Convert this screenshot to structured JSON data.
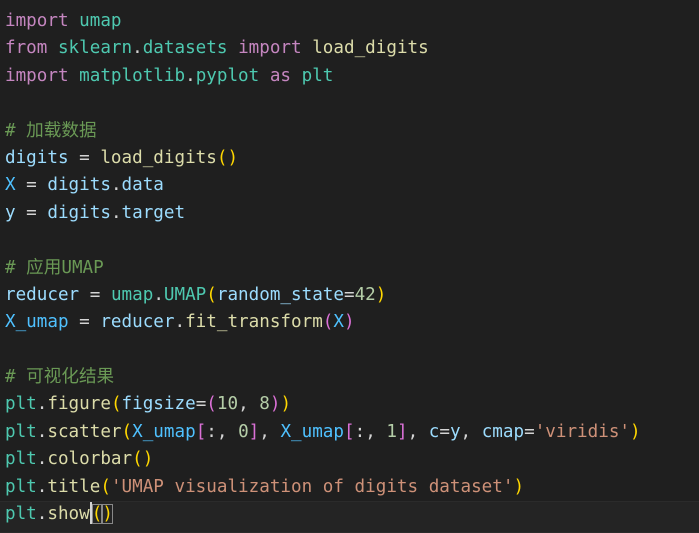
{
  "editor": {
    "lines": [
      [
        {
          "t": "import",
          "c": "kw"
        },
        {
          "t": " ",
          "c": "op"
        },
        {
          "t": "umap",
          "c": "mod"
        }
      ],
      [
        {
          "t": "from",
          "c": "kw"
        },
        {
          "t": " ",
          "c": "op"
        },
        {
          "t": "sklearn",
          "c": "mod"
        },
        {
          "t": ".",
          "c": "op"
        },
        {
          "t": "datasets",
          "c": "mod"
        },
        {
          "t": " ",
          "c": "op"
        },
        {
          "t": "import",
          "c": "kw"
        },
        {
          "t": " ",
          "c": "op"
        },
        {
          "t": "load_digits",
          "c": "fn"
        }
      ],
      [
        {
          "t": "import",
          "c": "kw"
        },
        {
          "t": " ",
          "c": "op"
        },
        {
          "t": "matplotlib",
          "c": "mod"
        },
        {
          "t": ".",
          "c": "op"
        },
        {
          "t": "pyplot",
          "c": "mod"
        },
        {
          "t": " ",
          "c": "op"
        },
        {
          "t": "as",
          "c": "kw"
        },
        {
          "t": " ",
          "c": "op"
        },
        {
          "t": "plt",
          "c": "mod"
        }
      ],
      [],
      [
        {
          "t": "# 加载数据",
          "c": "cm"
        }
      ],
      [
        {
          "t": "digits",
          "c": "var"
        },
        {
          "t": " = ",
          "c": "op"
        },
        {
          "t": "load_digits",
          "c": "fn"
        },
        {
          "t": "()",
          "c": "paren"
        }
      ],
      [
        {
          "t": "X",
          "c": "const"
        },
        {
          "t": " = ",
          "c": "op"
        },
        {
          "t": "digits",
          "c": "var"
        },
        {
          "t": ".",
          "c": "op"
        },
        {
          "t": "data",
          "c": "var"
        }
      ],
      [
        {
          "t": "y",
          "c": "var"
        },
        {
          "t": " = ",
          "c": "op"
        },
        {
          "t": "digits",
          "c": "var"
        },
        {
          "t": ".",
          "c": "op"
        },
        {
          "t": "target",
          "c": "var"
        }
      ],
      [],
      [
        {
          "t": "# 应用UMAP",
          "c": "cm"
        }
      ],
      [
        {
          "t": "reducer",
          "c": "var"
        },
        {
          "t": " = ",
          "c": "op"
        },
        {
          "t": "umap",
          "c": "mod"
        },
        {
          "t": ".",
          "c": "op"
        },
        {
          "t": "UMAP",
          "c": "mod"
        },
        {
          "t": "(",
          "c": "paren"
        },
        {
          "t": "random_state",
          "c": "var"
        },
        {
          "t": "=",
          "c": "op"
        },
        {
          "t": "42",
          "c": "num"
        },
        {
          "t": ")",
          "c": "paren"
        }
      ],
      [
        {
          "t": "X_umap",
          "c": "const"
        },
        {
          "t": " = ",
          "c": "op"
        },
        {
          "t": "reducer",
          "c": "var"
        },
        {
          "t": ".",
          "c": "op"
        },
        {
          "t": "fit_transform",
          "c": "fn"
        },
        {
          "t": "(",
          "c": "paren2"
        },
        {
          "t": "X",
          "c": "const"
        },
        {
          "t": ")",
          "c": "paren2"
        }
      ],
      [],
      [
        {
          "t": "# 可视化结果",
          "c": "cm"
        }
      ],
      [
        {
          "t": "plt",
          "c": "mod"
        },
        {
          "t": ".",
          "c": "op"
        },
        {
          "t": "figure",
          "c": "fn"
        },
        {
          "t": "(",
          "c": "paren"
        },
        {
          "t": "figsize",
          "c": "var"
        },
        {
          "t": "=",
          "c": "op"
        },
        {
          "t": "(",
          "c": "paren2"
        },
        {
          "t": "10",
          "c": "num"
        },
        {
          "t": ", ",
          "c": "op"
        },
        {
          "t": "8",
          "c": "num"
        },
        {
          "t": ")",
          "c": "paren2"
        },
        {
          "t": ")",
          "c": "paren"
        }
      ],
      [
        {
          "t": "plt",
          "c": "mod"
        },
        {
          "t": ".",
          "c": "op"
        },
        {
          "t": "scatter",
          "c": "fn"
        },
        {
          "t": "(",
          "c": "paren"
        },
        {
          "t": "X_umap",
          "c": "const"
        },
        {
          "t": "[",
          "c": "paren2"
        },
        {
          "t": ":",
          "c": "op"
        },
        {
          "t": ", ",
          "c": "op"
        },
        {
          "t": "0",
          "c": "num"
        },
        {
          "t": "]",
          "c": "paren2"
        },
        {
          "t": ", ",
          "c": "op"
        },
        {
          "t": "X_umap",
          "c": "const"
        },
        {
          "t": "[",
          "c": "paren2"
        },
        {
          "t": ":",
          "c": "op"
        },
        {
          "t": ", ",
          "c": "op"
        },
        {
          "t": "1",
          "c": "num"
        },
        {
          "t": "]",
          "c": "paren2"
        },
        {
          "t": ", ",
          "c": "op"
        },
        {
          "t": "c",
          "c": "var"
        },
        {
          "t": "=",
          "c": "op"
        },
        {
          "t": "y",
          "c": "var"
        },
        {
          "t": ", ",
          "c": "op"
        },
        {
          "t": "cmap",
          "c": "var"
        },
        {
          "t": "=",
          "c": "op"
        },
        {
          "t": "'viridis'",
          "c": "str"
        },
        {
          "t": ")",
          "c": "paren"
        }
      ],
      [
        {
          "t": "plt",
          "c": "mod"
        },
        {
          "t": ".",
          "c": "op"
        },
        {
          "t": "colorbar",
          "c": "fn"
        },
        {
          "t": "()",
          "c": "paren"
        }
      ],
      [
        {
          "t": "plt",
          "c": "mod"
        },
        {
          "t": ".",
          "c": "op"
        },
        {
          "t": "title",
          "c": "fn"
        },
        {
          "t": "(",
          "c": "paren"
        },
        {
          "t": "'UMAP visualization of digits dataset'",
          "c": "str"
        },
        {
          "t": ")",
          "c": "paren"
        }
      ],
      [
        {
          "t": "plt",
          "c": "mod"
        },
        {
          "t": ".",
          "c": "op"
        },
        {
          "t": "show",
          "c": "fn"
        },
        {
          "t": "(",
          "c": "paren bracket-match"
        },
        {
          "t": ")",
          "c": "paren bracket-match"
        }
      ]
    ],
    "cursor": {
      "line": 18,
      "after_token": 3
    }
  },
  "colors": {
    "background": "#1f1f1f",
    "keyword": "#c586c0",
    "module": "#4ec9b0",
    "function": "#dcdcaa",
    "variable": "#9cdcfe",
    "constant": "#4fc1ff",
    "number": "#b5cea8",
    "string": "#ce9178",
    "comment": "#6a9955",
    "bracket_level_1": "#ffd700",
    "bracket_level_2": "#da70d6"
  }
}
